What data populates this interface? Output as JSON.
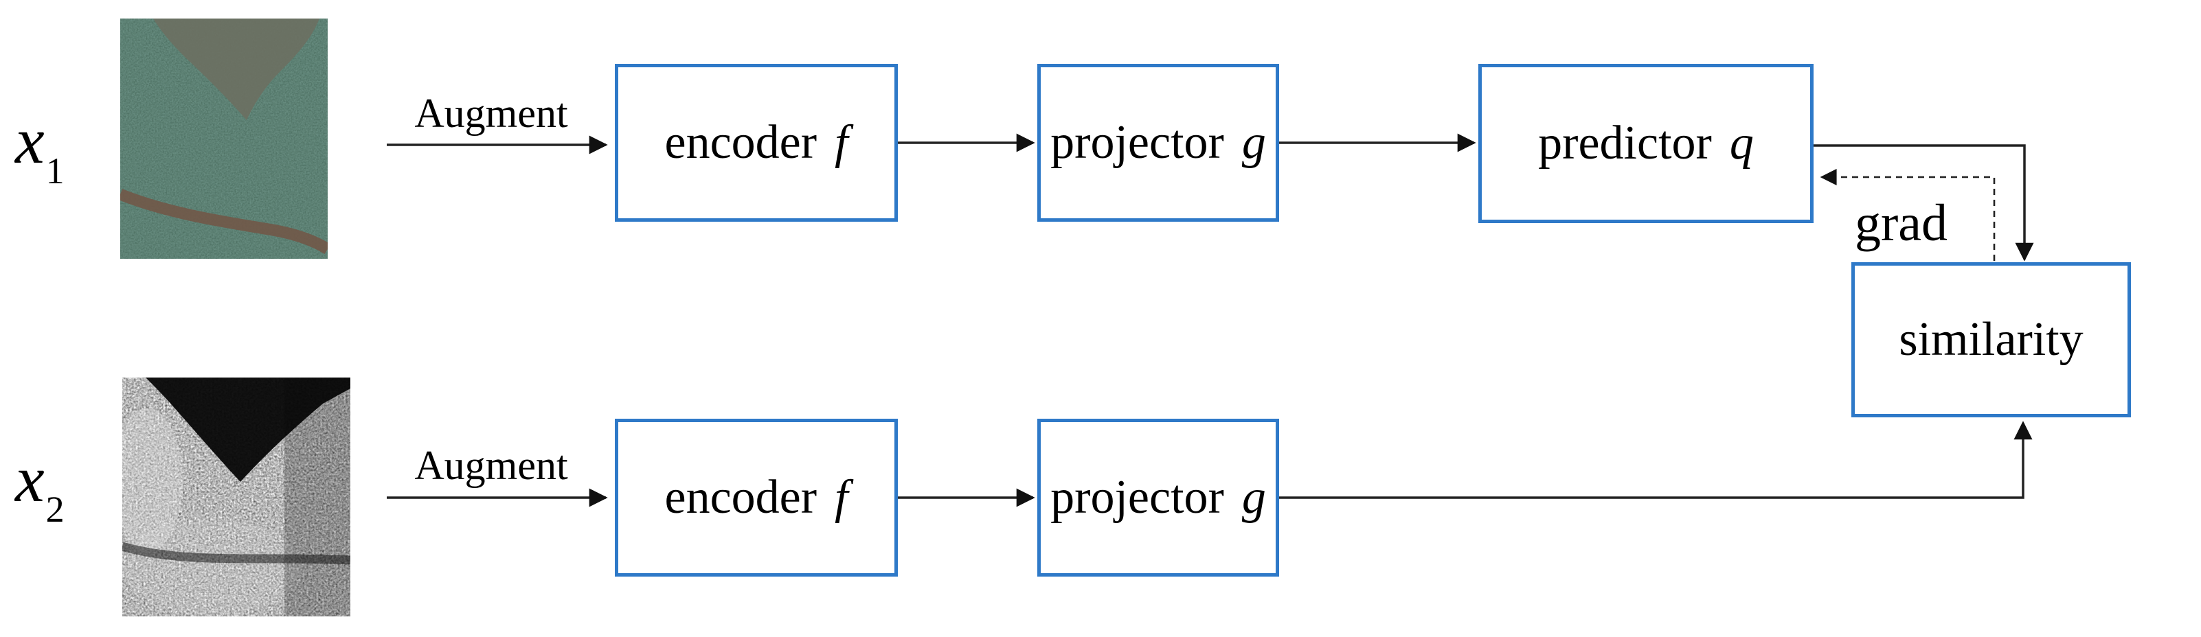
{
  "figure": {
    "background": "#ffffff",
    "accent_blue": "#2E79C8",
    "line_color": "#222222",
    "text_color": "#000000"
  },
  "labels": {
    "x1_base": "x",
    "x1_sub": "1",
    "x2_base": "x",
    "x2_sub": "2",
    "augment_top": "Augment",
    "augment_bottom": "Augment",
    "grad": "grad"
  },
  "boxes": {
    "encoder_top": {
      "word": "encoder",
      "symbol": "f"
    },
    "projector_top": {
      "word": "projector",
      "symbol": "g"
    },
    "predictor": {
      "word": "predictor",
      "symbol": "q"
    },
    "similarity": {
      "word": "similarity"
    },
    "encoder_bottom": {
      "word": "encoder",
      "symbol": "f"
    },
    "projector_bottom": {
      "word": "projector",
      "symbol": "g"
    }
  },
  "images": {
    "top": "optical-satellite-image-patch",
    "bottom": "sar-satellite-image-patch"
  }
}
